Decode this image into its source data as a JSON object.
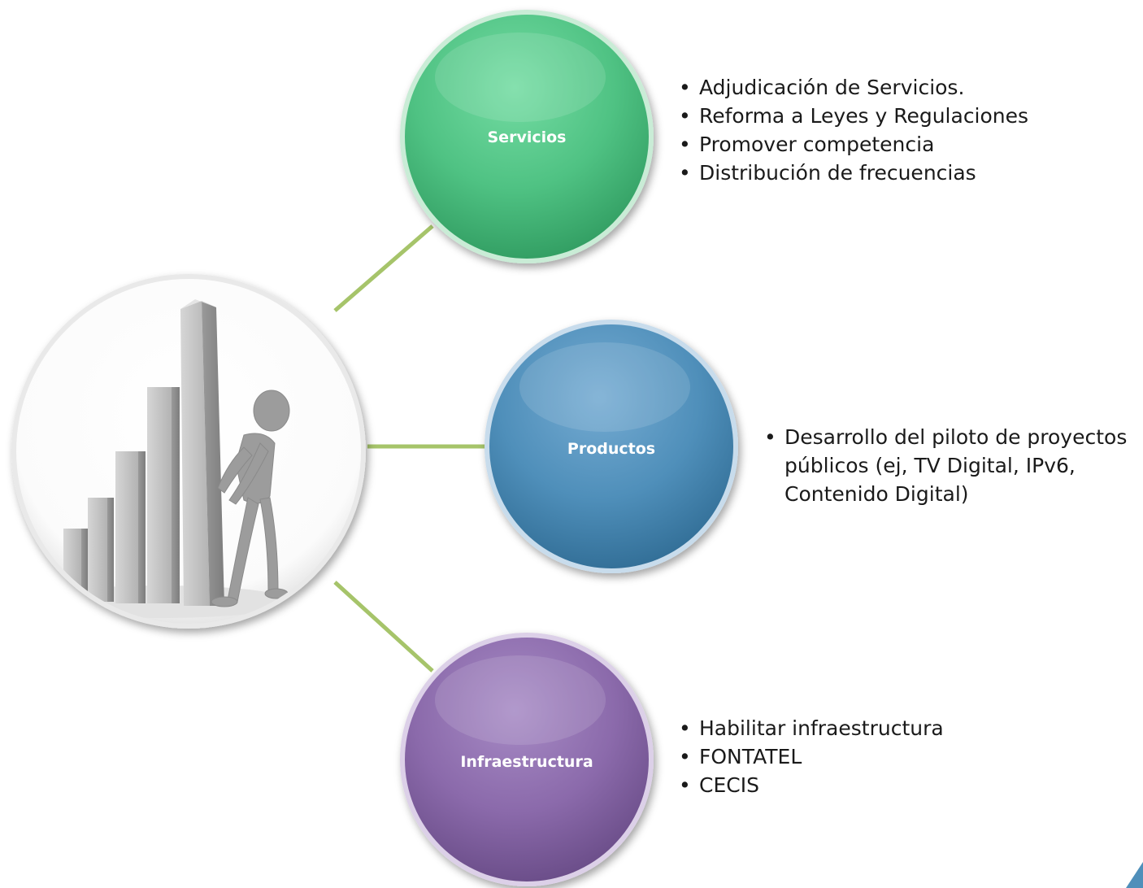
{
  "hub": {
    "illustration": "figure-pushing-bar-chart-icon"
  },
  "nodes": [
    {
      "id": "servicios",
      "label": "Servicios",
      "color": "#4fc283",
      "bullets": [
        "Adjudicación de Servicios.",
        "Reforma a Leyes y Regulaciones",
        "Promover competencia",
        "Distribución de frecuencias"
      ]
    },
    {
      "id": "productos",
      "label": "Productos",
      "color": "#4f8fba",
      "bullets": [
        "Desarrollo del piloto de proyectos públicos (ej, TV Digital, IPv6, Contenido Digital)"
      ]
    },
    {
      "id": "infraestructura",
      "label": "Infraestructura",
      "color": "#8b6aab",
      "bullets": [
        "Habilitar infraestructura",
        "FONTATEL",
        " CECIS"
      ]
    }
  ],
  "colors": {
    "connector": "#a6c46a",
    "hub_fill": "#ffffff",
    "text": "#1a1a1a"
  }
}
